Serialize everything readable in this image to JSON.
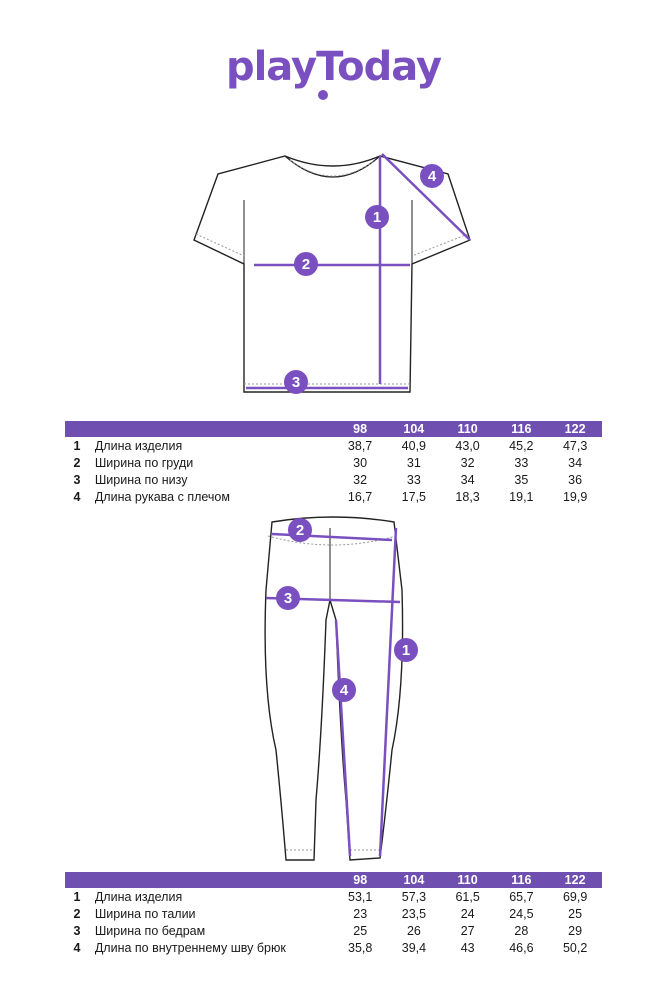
{
  "brand": {
    "logo": "playToday",
    "color": "#7a4fbf"
  },
  "tshirt_diagram": {
    "markers": [
      "1",
      "2",
      "3",
      "4"
    ]
  },
  "tshirt_table": {
    "sizes": [
      "98",
      "104",
      "110",
      "116",
      "122"
    ],
    "rows": [
      {
        "num": "1",
        "label": "Длина изделия",
        "values": [
          "38,7",
          "40,9",
          "43,0",
          "45,2",
          "47,3"
        ]
      },
      {
        "num": "2",
        "label": "Ширина по груди",
        "values": [
          "30",
          "31",
          "32",
          "33",
          "34"
        ]
      },
      {
        "num": "3",
        "label": "Ширина по низу",
        "values": [
          "32",
          "33",
          "34",
          "35",
          "36"
        ]
      },
      {
        "num": "4",
        "label": "Длина рукава с плечом",
        "values": [
          "16,7",
          "17,5",
          "18,3",
          "19,1",
          "19,9"
        ]
      }
    ]
  },
  "leggings_diagram": {
    "markers": [
      "1",
      "2",
      "3",
      "4"
    ]
  },
  "leggings_table": {
    "sizes": [
      "98",
      "104",
      "110",
      "116",
      "122"
    ],
    "rows": [
      {
        "num": "1",
        "label": "Длина изделия",
        "values": [
          "53,1",
          "57,3",
          "61,5",
          "65,7",
          "69,9"
        ]
      },
      {
        "num": "2",
        "label": "Ширина по талии",
        "values": [
          "23",
          "23,5",
          "24",
          "24,5",
          "25"
        ]
      },
      {
        "num": "3",
        "label": "Ширина по бедрам",
        "values": [
          "25",
          "26",
          "27",
          "28",
          "29"
        ]
      },
      {
        "num": "4",
        "label": "Длина по внутреннему шву брюк",
        "values": [
          "35,8",
          "39,4",
          "43",
          "46,6",
          "50,2"
        ]
      }
    ]
  },
  "colors": {
    "accent": "#6f4fb0",
    "line": "#7a4fbf",
    "outline": "#222222"
  }
}
